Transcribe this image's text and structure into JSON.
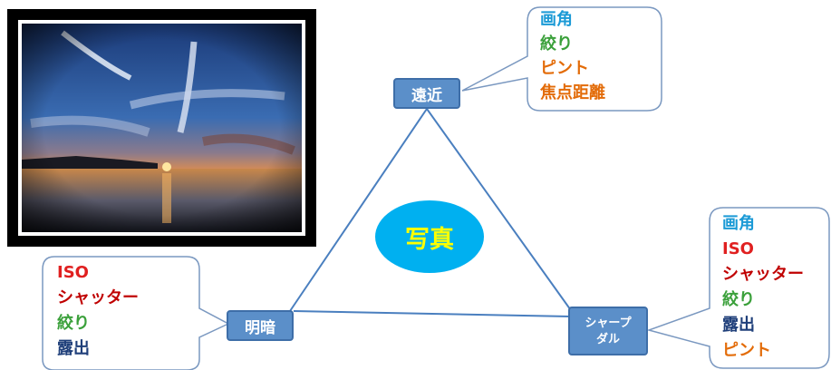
{
  "center": {
    "label": "写真"
  },
  "nodes": {
    "top": {
      "label": "遠近"
    },
    "left": {
      "label": "明暗"
    },
    "right": {
      "line1": "シャープ",
      "line2": "ダル"
    }
  },
  "callouts": {
    "top": [
      {
        "text": "画角",
        "color": "#1b9ad6"
      },
      {
        "text": "絞り",
        "color": "#3aa03a"
      },
      {
        "text": "ピント",
        "color": "#e36c09"
      },
      {
        "text": "焦点距離",
        "color": "#e36c09"
      }
    ],
    "left": [
      {
        "text": "ISO",
        "color": "#e02020"
      },
      {
        "text": "シャッター",
        "color": "#c00000"
      },
      {
        "text": "絞り",
        "color": "#3aa03a"
      },
      {
        "text": "露出",
        "color": "#1f3f7a"
      }
    ],
    "right": [
      {
        "text": "画角",
        "color": "#1b9ad6"
      },
      {
        "text": "ISO",
        "color": "#e02020"
      },
      {
        "text": "シャッター",
        "color": "#c00000"
      },
      {
        "text": "絞り",
        "color": "#3aa03a"
      },
      {
        "text": "露出",
        "color": "#1f3f7a"
      },
      {
        "text": "ピント",
        "color": "#e36c09"
      }
    ]
  }
}
